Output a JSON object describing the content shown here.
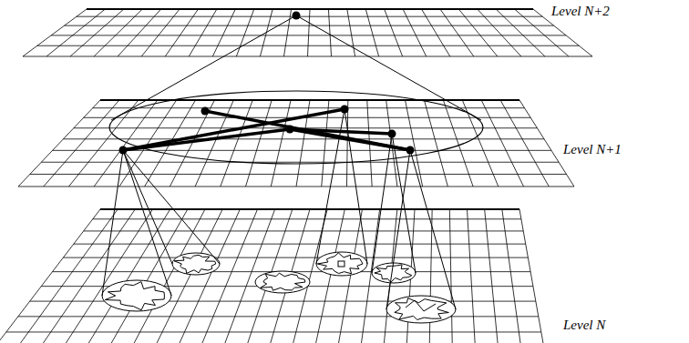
{
  "diagram": {
    "labels": [
      "Level N+2",
      "Level N+1",
      "Level N"
    ]
  }
}
